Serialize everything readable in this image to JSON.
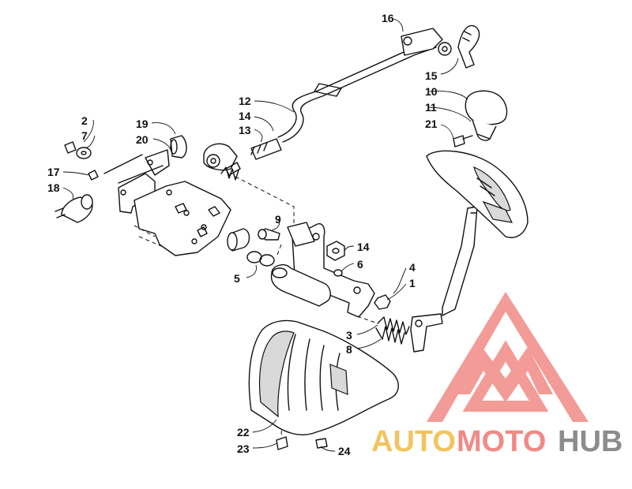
{
  "callouts": {
    "c1": "1",
    "c2": "2",
    "c3": "3",
    "c4": "4",
    "c5": "5",
    "c6": "6",
    "c7": "7",
    "c8": "8",
    "c9": "9",
    "c10": "10",
    "c11": "11",
    "c12": "12",
    "c13": "13",
    "c14a": "14",
    "c14b": "14",
    "c15": "15",
    "c16": "16",
    "c17": "17",
    "c18": "18",
    "c19": "19",
    "c20": "20",
    "c21": "21",
    "c22": "22",
    "c23": "23",
    "c24": "24"
  },
  "watermark": {
    "auto": "AUTO",
    "moto": "MOTO",
    "hub": "HUB",
    "logo_color": "#f08a86",
    "auto_color": "#f2c45e",
    "hub_color": "#8c8c8c"
  }
}
